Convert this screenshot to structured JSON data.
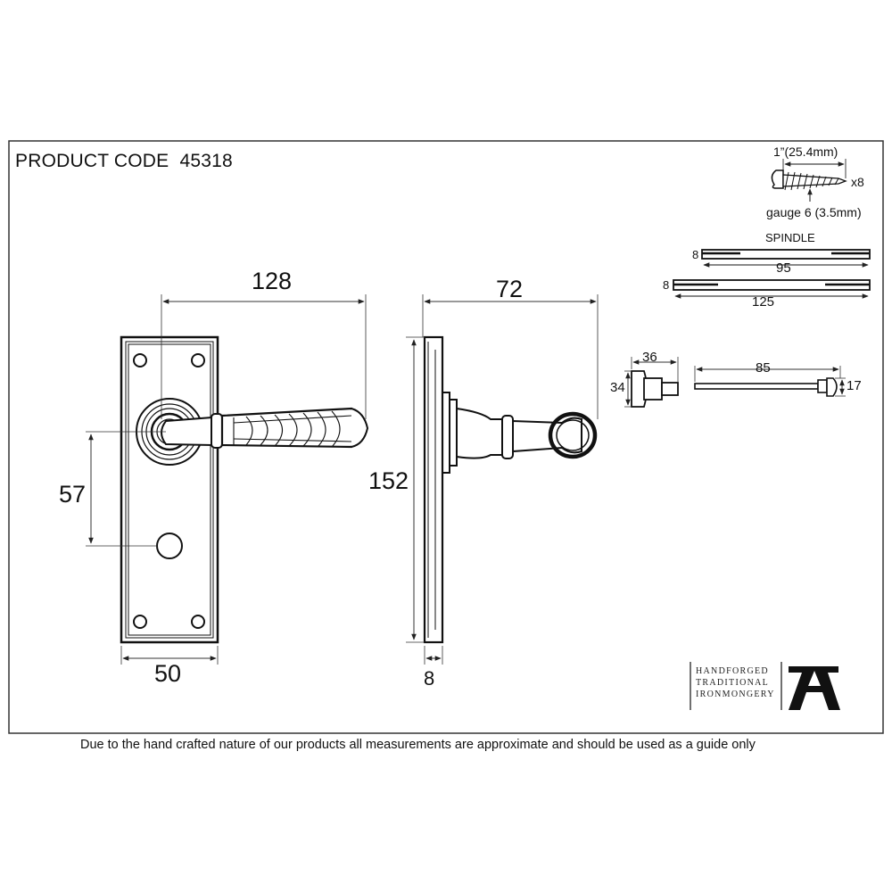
{
  "header": {
    "product_code_label": "PRODUCT CODE",
    "product_code": "45318"
  },
  "dimensions": {
    "plate_height_offset": "57",
    "plate_width": "50",
    "handle_length": "128",
    "projection": "72",
    "plate_height": "152",
    "plate_depth": "8"
  },
  "screw": {
    "length": "1”(25.4mm)",
    "quantity": "x8",
    "gauge": "gauge 6 (3.5mm)"
  },
  "spindle": {
    "title": "SPINDLE",
    "short_size": "8",
    "short_length": "95",
    "long_size": "8",
    "long_length": "125"
  },
  "turn": {
    "width": "36",
    "height": "34",
    "release_length": "85",
    "release_height": "17"
  },
  "logo": {
    "line1": "HANDFORGED",
    "line2": "TRADITIONAL",
    "line3": "IRONMONGERY",
    "mark": "A"
  },
  "footer": {
    "disclaimer": "Due to the hand crafted nature of our products all measurements are approximate and should be used as a guide only"
  }
}
